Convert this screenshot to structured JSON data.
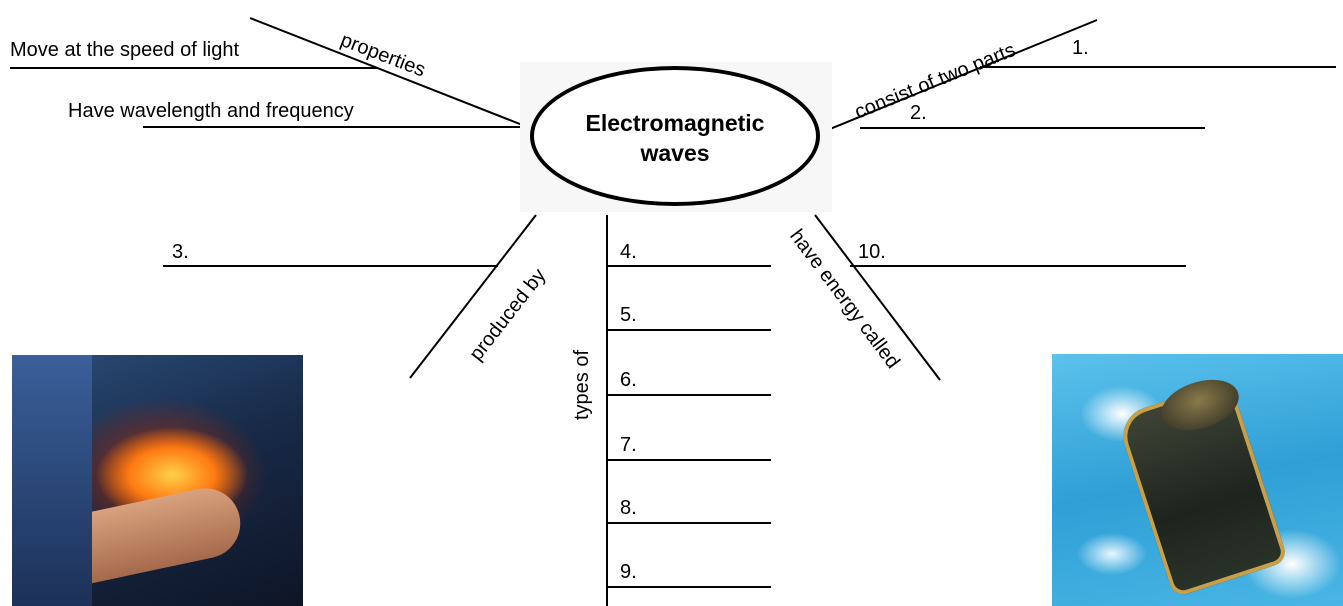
{
  "center": {
    "line1": "Electromagnetic",
    "line2": "waves"
  },
  "properties": {
    "connector": "properties",
    "item1": "Move at the speed of light",
    "item2": "Have wavelength and frequency"
  },
  "consist_of": {
    "connector": "consist of two parts",
    "blank1": "1.",
    "blank2": "2."
  },
  "produced_by": {
    "connector": "produced by",
    "blank3": "3."
  },
  "types_of": {
    "connector": "types of",
    "blanks": [
      "4.",
      "5.",
      "6.",
      "7.",
      "8.",
      "9."
    ]
  },
  "energy": {
    "connector": "have energy called",
    "blank10": "10."
  }
}
